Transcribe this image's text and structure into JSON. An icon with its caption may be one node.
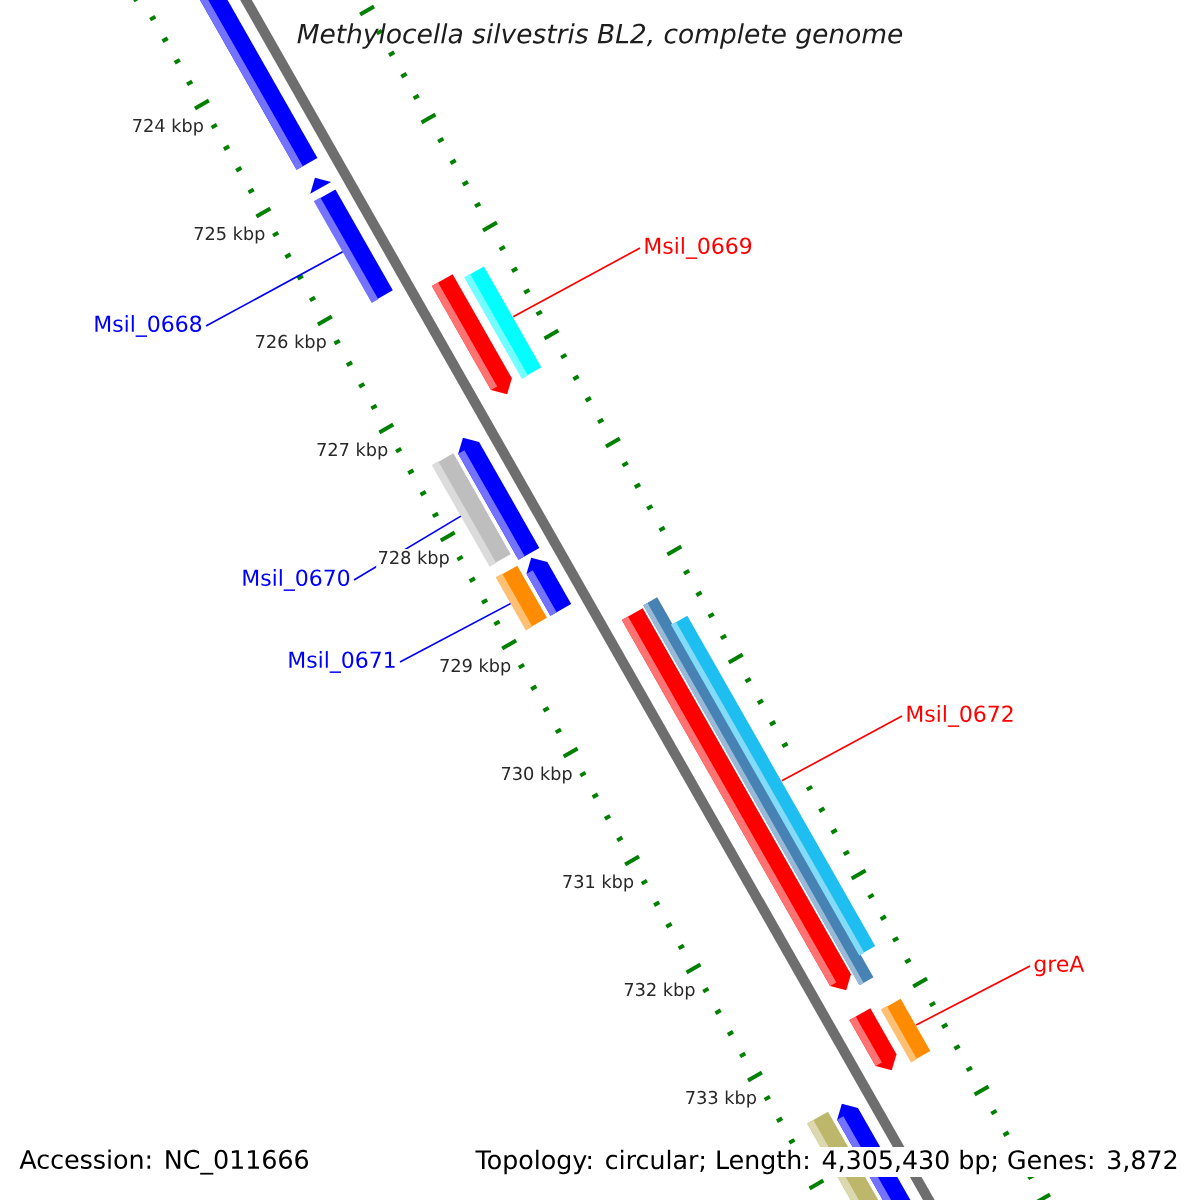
{
  "diagram": {
    "title": "Methylocella silvestris BL2, complete genome",
    "nodes": [
      {
        "text": [
          "Msil_0668"
        ]
      },
      {
        "text": [],
        "shape": "bar"
      },
      {
        "text": [
          "Msil_0669"
        ]
      },
      {
        "text": [],
        "shape": "bar"
      },
      {
        "text": [
          "Msil_0670"
        ]
      },
      {
        "text": [],
        "shape": "bar"
      },
      {
        "text": [
          "Msil_0671"
        ]
      },
      {
        "text": [],
        "shape": "bar"
      },
      {
        "text": [
          "Msil_0672"
        ]
      },
      {
        "text": [],
        "shape": "bar"
      },
      {
        "text": [
          "greA"
        ]
      },
      {
        "text": [],
        "shape": "bar"
      }
    ],
    "edges": [
      {
        "from": 0,
        "to": 1,
        "arrow": "none",
        "color": "#0000ff"
      },
      {
        "from": 2,
        "to": 3,
        "arrow": "none",
        "color": "#ff0000"
      },
      {
        "from": 4,
        "to": 5,
        "arrow": "none",
        "color": "#0000ff"
      },
      {
        "from": 6,
        "to": 7,
        "arrow": "none",
        "color": "#0000ff"
      },
      {
        "from": 8,
        "to": 9,
        "arrow": "none",
        "color": "#ff0000"
      },
      {
        "from": 10,
        "to": 11,
        "arrow": "none",
        "color": "#ff0000"
      }
    ],
    "labels": [
      "724 kbp",
      "725 kbp",
      "726 kbp",
      "727 kbp",
      "728 kbp",
      "729 kbp",
      "730 kbp",
      "731 kbp",
      "732 kbp",
      "733 kbp",
      "Accession: NC_011666",
      "Topology: circular; Length: 4,305,430 bp; Genes: 3,872"
    ]
  }
}
